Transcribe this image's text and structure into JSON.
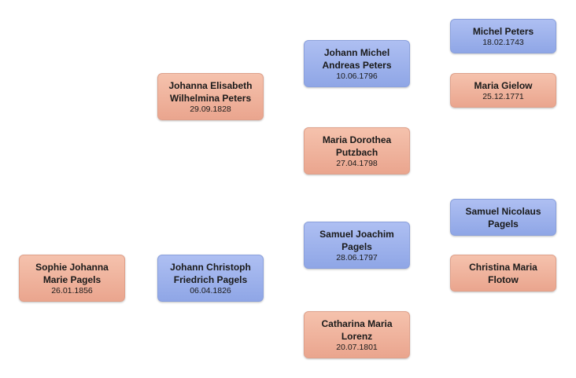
{
  "nodes": {
    "root": {
      "name_line1": "Sophie Johanna",
      "name_line2": "Marie Pagels",
      "date": "26.01.1856",
      "sex": "female"
    },
    "mother": {
      "name_line1": "Johanna Elisabeth",
      "name_line2": "Wilhelmina Peters",
      "date": "29.09.1828",
      "sex": "female"
    },
    "father": {
      "name_line1": "Johann Christoph",
      "name_line2": "Friedrich Pagels",
      "date": "06.04.1826",
      "sex": "male"
    },
    "mother_father": {
      "name_line1": "Johann Michel",
      "name_line2": "Andreas Peters",
      "date": "10.06.1796",
      "sex": "male"
    },
    "mother_mother": {
      "name_line1": "Maria Dorothea",
      "name_line2": "Putzbach",
      "date": "27.04.1798",
      "sex": "female"
    },
    "father_father": {
      "name_line1": "Samuel Joachim",
      "name_line2": "Pagels",
      "date": "28.06.1797",
      "sex": "male"
    },
    "father_mother": {
      "name_line1": "Catharina Maria",
      "name_line2": "Lorenz",
      "date": "20.07.1801",
      "sex": "female"
    },
    "mff": {
      "name_line1": "Michel Peters",
      "date": "18.02.1743",
      "sex": "male"
    },
    "mfm": {
      "name_line1": "Maria Gielow",
      "date": "25.12.1771",
      "sex": "female"
    },
    "fff": {
      "name_line1": "Samuel Nicolaus",
      "name_line2": "Pagels",
      "sex": "male"
    },
    "ffm": {
      "name_line1": "Christina Maria",
      "name_line2": "Flotow",
      "sex": "female"
    }
  }
}
